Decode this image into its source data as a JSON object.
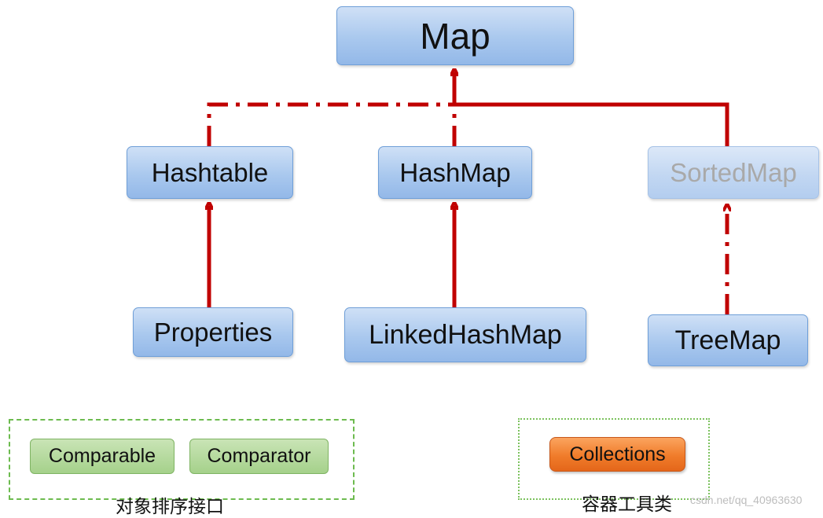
{
  "nodes": {
    "map": "Map",
    "hashtable": "Hashtable",
    "hashmap": "HashMap",
    "sortedmap": "SortedMap",
    "properties": "Properties",
    "linkedhashmap": "LinkedHashMap",
    "treemap": "TreeMap"
  },
  "sort_group": {
    "comparable": "Comparable",
    "comparator": "Comparator",
    "caption": "对象排序接口"
  },
  "util_group": {
    "collections": "Collections",
    "caption": "容器工具类"
  },
  "watermark": "csdn.net/qq_40963630",
  "colors": {
    "edge": "#c00000",
    "node_fill": "#a9c8ee",
    "node_border": "#6f9fd8",
    "green_fill": "#a5d18b",
    "orange_fill": "#f07c2a",
    "sort_group_border": "#6dbb4f",
    "util_group_border": "#7cc25e"
  }
}
